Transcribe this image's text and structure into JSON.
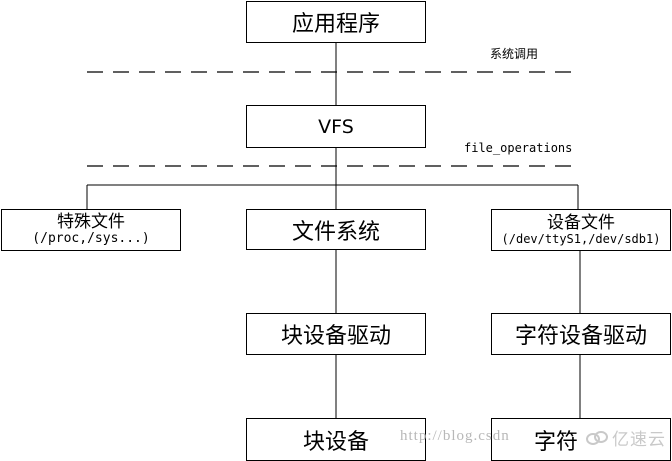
{
  "boxes": {
    "app": "应用程序",
    "vfs": "VFS",
    "special_file": {
      "title": "特殊文件",
      "sub": "(/proc,/sys...)"
    },
    "filesystem": "文件系统",
    "device_file": {
      "title": "设备文件",
      "sub": "(/dev/ttyS1,/dev/sdb1)"
    },
    "block_driver": "块设备驱动",
    "char_driver": "字符设备驱动",
    "block_device": "块设备",
    "char_device": "字符"
  },
  "labels": {
    "syscall": "系统调用",
    "file_ops": "file_operations"
  },
  "watermark": {
    "url": "http://blog.csdn",
    "logo_text": "亿速云"
  },
  "colors": {
    "line": "#000000",
    "watermark": "#b8b8b8"
  }
}
